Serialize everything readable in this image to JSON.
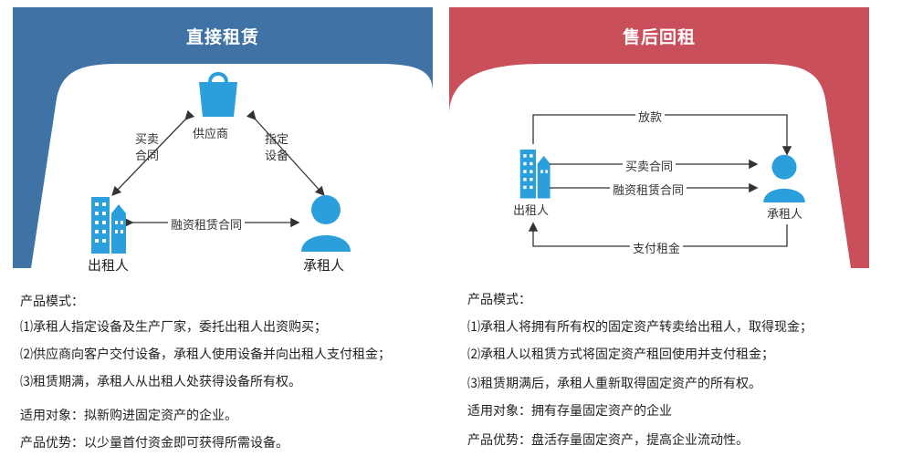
{
  "left": {
    "title": "直接租赁",
    "header_color": "#3f72a5",
    "nodes": {
      "supplier": "供应商",
      "lessor": "出租人",
      "lessee": "承租人"
    },
    "edges": {
      "sale_contract_line1": "买卖",
      "sale_contract_line2": "合同",
      "designate_line1": "指定",
      "designate_line2": "设备",
      "finance_lease_contract": "融资租赁合同"
    },
    "desc": {
      "model_heading": "产品模式：",
      "items": [
        "⑴承租人指定设备及生产厂家，委托出租人出资购买；",
        "⑵供应商向客户交付设备，承租人使用设备并向出租人支付租金；",
        "⑶租赁期满，承租人从出租人处获得设备所有权。"
      ],
      "applicable": "适用对象：拟新购进固定资产的企业。",
      "advantage": "产品优势：以少量首付资金即可获得所需设备。"
    }
  },
  "right": {
    "title": "售后回租",
    "header_color": "#c9505a",
    "nodes": {
      "lessor": "出租人",
      "lessee": "承租人"
    },
    "edges": {
      "loan": "放款",
      "sale_contract": "买卖合同",
      "finance_lease_contract": "融资租赁合同",
      "pay_rent": "支付租金"
    },
    "desc": {
      "model_heading": "产品模式：",
      "items": [
        "⑴承租人将拥有所有权的固定资产转卖给出租人，取得现金；",
        "⑵承租人以租赁方式将固定资产租回使用并支付租金；",
        "⑶租赁期满后，承租人重新取得固定资产的所有权。"
      ],
      "applicable": "适用对象：拥有存量固定资产的企业",
      "advantage": "产品优势：盘活存量固定资产，提高企业流动性。"
    }
  },
  "icon_color": "#2a9fdc"
}
